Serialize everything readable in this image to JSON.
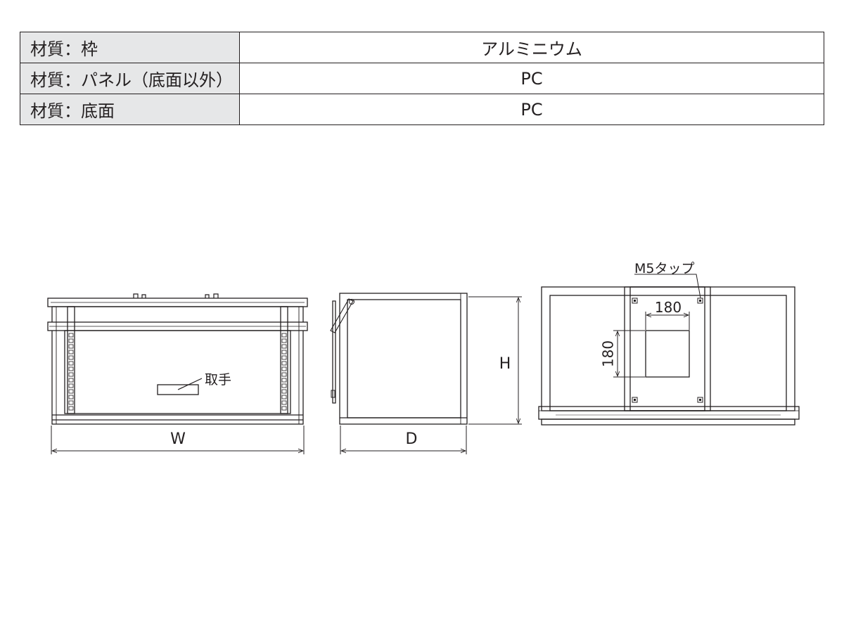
{
  "spec_table": {
    "rows": [
      {
        "label": "材質：枠",
        "value": "アルミニウム"
      },
      {
        "label": "材質：パネル（底面以外）",
        "value": "PC"
      },
      {
        "label": "材質：底面",
        "value": "PC"
      }
    ]
  },
  "drawing": {
    "front_view": {
      "width_label": "W",
      "handle_label": "取手"
    },
    "side_view": {
      "depth_label": "D",
      "height_label": "H"
    },
    "top_view": {
      "tap_label": "M5タップ",
      "hole_width_label": "180",
      "hole_height_label": "180"
    }
  }
}
